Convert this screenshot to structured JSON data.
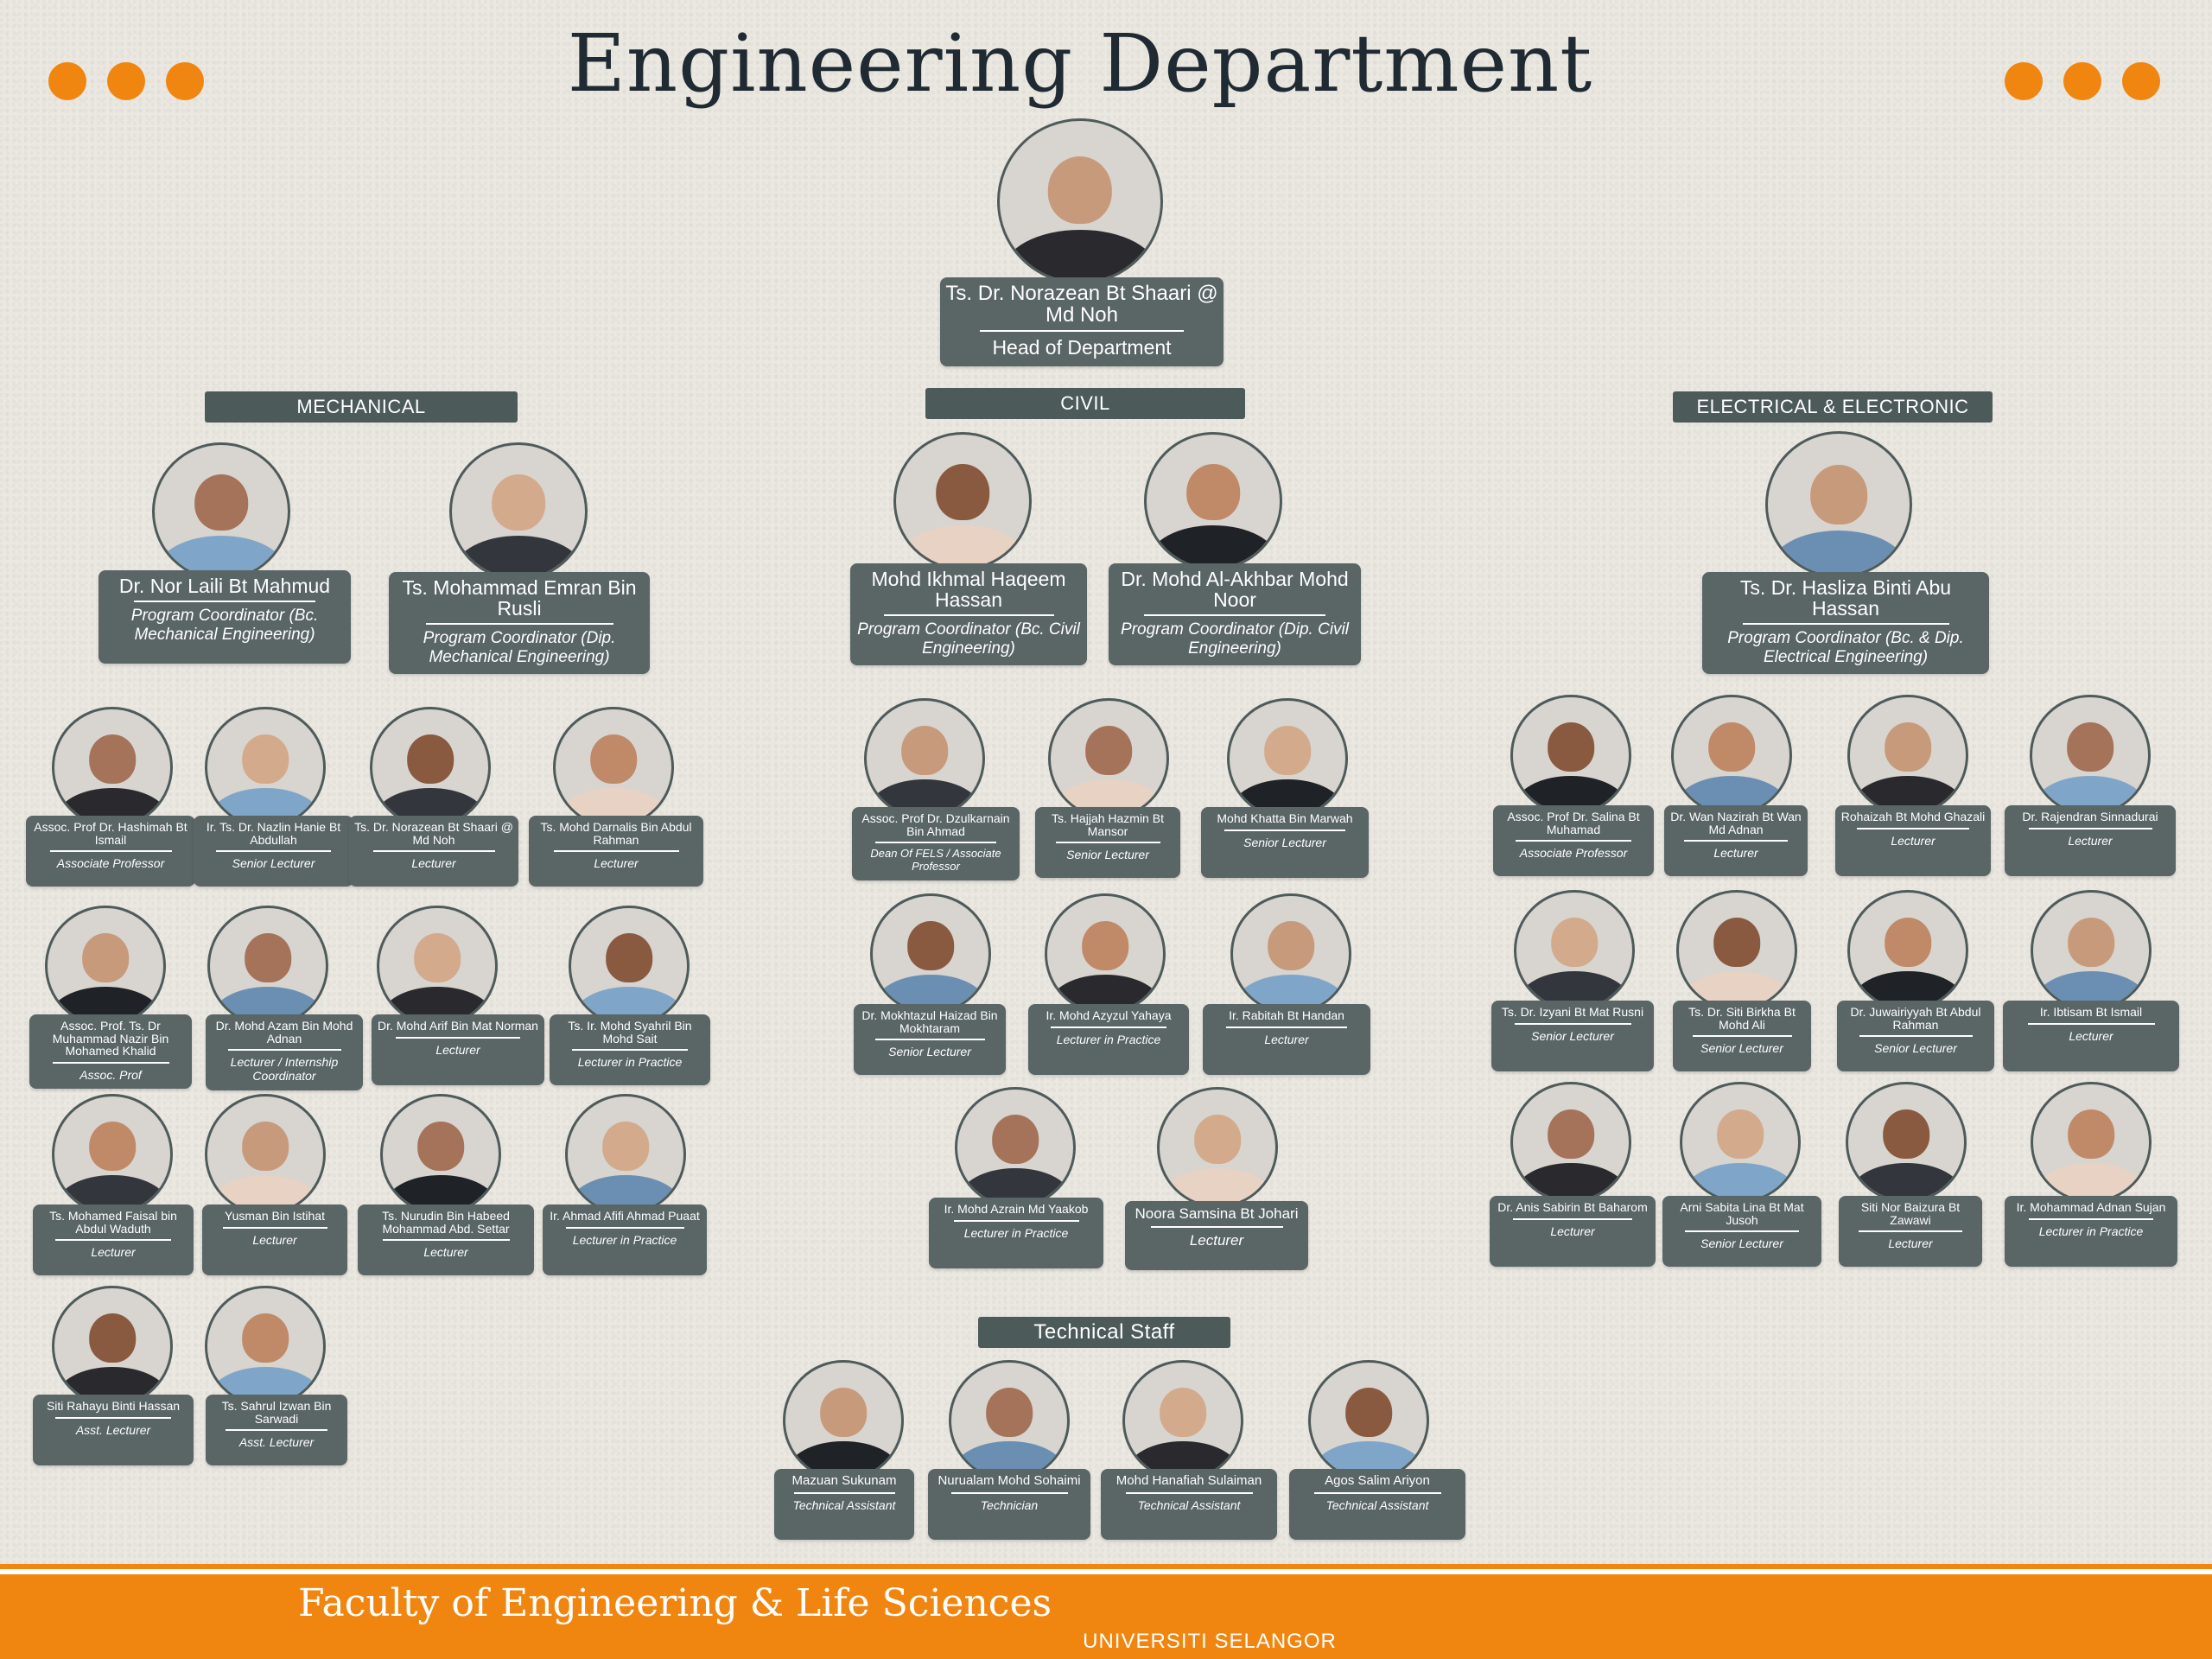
{
  "title": "Engineering Department",
  "sections": {
    "mechanical": "MECHANICAL",
    "civil": "CIVIL",
    "electrical": "ELECTRICAL & ELECTRONIC",
    "technical": "Technical Staff"
  },
  "hod": {
    "name": "Ts. Dr. Norazean Bt Shaari @ Md Noh",
    "role": "Head of Department"
  },
  "mechanical": {
    "coordinators": [
      {
        "name": "Dr. Nor Laili Bt Mahmud",
        "role": "Program Coordinator (Bc. Mechanical Engineering)"
      },
      {
        "name": "Ts. Mohammad Emran Bin Rusli",
        "role": "Program Coordinator (Dip. Mechanical Engineering)"
      }
    ],
    "staff": [
      {
        "name": "Assoc. Prof Dr. Hashimah Bt Ismail",
        "role": "Associate Professor"
      },
      {
        "name": "Ir. Ts. Dr. Nazlin Hanie Bt Abdullah",
        "role": "Senior Lecturer"
      },
      {
        "name": "Ts. Dr. Norazean Bt Shaari @ Md Noh",
        "role": "Lecturer"
      },
      {
        "name": "Ts. Mohd Darnalis Bin Abdul Rahman",
        "role": "Lecturer"
      },
      {
        "name": "Assoc. Prof. Ts. Dr Muhammad Nazir Bin Mohamed Khalid",
        "role": "Assoc. Prof"
      },
      {
        "name": "Dr. Mohd Azam Bin Mohd Adnan",
        "role": "Lecturer / Internship Coordinator"
      },
      {
        "name": "Dr. Mohd Arif Bin Mat Norman",
        "role": "Lecturer"
      },
      {
        "name": "Ts. Ir. Mohd Syahril Bin Mohd Sait",
        "role": "Lecturer in Practice"
      },
      {
        "name": "Ts. Mohamed Faisal bin Abdul Waduth",
        "role": "Lecturer"
      },
      {
        "name": "Yusman Bin Istihat",
        "role": "Lecturer"
      },
      {
        "name": "Ts. Nurudin Bin Habeed Mohammad Abd. Settar",
        "role": "Lecturer"
      },
      {
        "name": "Ir. Ahmad Afifi Ahmad Puaat",
        "role": "Lecturer in Practice"
      },
      {
        "name": "Siti Rahayu Binti Hassan",
        "role": "Asst. Lecturer"
      },
      {
        "name": "Ts. Sahrul Izwan Bin Sarwadi",
        "role": "Asst. Lecturer"
      }
    ]
  },
  "civil": {
    "coordinators": [
      {
        "name": "Mohd Ikhmal Haqeem Hassan",
        "role": "Program Coordinator (Bc. Civil Engineering)"
      },
      {
        "name": "Dr. Mohd Al-Akhbar Mohd Noor",
        "role": "Program Coordinator (Dip. Civil Engineering)"
      }
    ],
    "staff": [
      {
        "name": "Assoc. Prof Dr. Dzulkarnain Bin Ahmad",
        "role": "Dean Of FELS / Associate Professor"
      },
      {
        "name": "Ts. Hajjah Hazmin Bt Mansor",
        "role": "Senior Lecturer"
      },
      {
        "name": "Mohd Khatta Bin Marwah",
        "role": "Senior Lecturer"
      },
      {
        "name": "Dr. Mokhtazul Haizad Bin Mokhtaram",
        "role": "Senior Lecturer"
      },
      {
        "name": "Ir. Mohd Azyzul Yahaya",
        "role": "Lecturer in Practice"
      },
      {
        "name": "Ir. Rabitah Bt Handan",
        "role": "Lecturer"
      },
      {
        "name": "Ir. Mohd Azrain Md Yaakob",
        "role": "Lecturer in Practice"
      },
      {
        "name": "Noora Samsina Bt Johari",
        "role": "Lecturer"
      }
    ]
  },
  "electrical": {
    "coordinators": [
      {
        "name": "Ts. Dr. Hasliza Binti Abu Hassan",
        "role": "Program Coordinator (Bc. & Dip. Electrical Engineering)"
      }
    ],
    "staff": [
      {
        "name": "Assoc. Prof Dr. Salina Bt Muhamad",
        "role": "Associate Professor"
      },
      {
        "name": "Dr. Wan Nazirah Bt Wan Md Adnan",
        "role": "Lecturer"
      },
      {
        "name": "Rohaizah Bt Mohd Ghazali",
        "role": "Lecturer"
      },
      {
        "name": "Dr. Rajendran Sinnadurai",
        "role": "Lecturer"
      },
      {
        "name": "Ts. Dr. Izyani Bt Mat Rusni",
        "role": "Senior Lecturer"
      },
      {
        "name": "Ts. Dr. Siti Birkha Bt Mohd Ali",
        "role": "Senior Lecturer"
      },
      {
        "name": "Dr. Juwairiyyah Bt Abdul Rahman",
        "role": "Senior Lecturer"
      },
      {
        "name": "Ir. Ibtisam Bt Ismail",
        "role": "Lecturer"
      },
      {
        "name": "Dr. Anis Sabirin Bt Baharom",
        "role": "Lecturer"
      },
      {
        "name": "Arni Sabita Lina Bt Mat Jusoh",
        "role": "Senior Lecturer"
      },
      {
        "name": "Siti Nor Baizura Bt Zawawi",
        "role": "Lecturer"
      },
      {
        "name": "Ir. Mohammad Adnan Sujan",
        "role": "Lecturer in Practice"
      }
    ]
  },
  "technical": {
    "staff": [
      {
        "name": "Mazuan Sukunam",
        "role": "Technical Assistant"
      },
      {
        "name": "Nurualam Mohd Sohaimi",
        "role": "Technician"
      },
      {
        "name": "Mohd Hanafiah Sulaiman",
        "role": "Technical Assistant"
      },
      {
        "name": "Agos Salim Ariyon",
        "role": "Technical Assistant"
      }
    ]
  },
  "footer": {
    "faculty": "Faculty of Engineering & Life Sciences",
    "university": "UNIVERSITI SELANGOR"
  },
  "colors": {
    "accent": "#f0860f",
    "card": "#5a6566",
    "heading": "#1f2a33"
  }
}
